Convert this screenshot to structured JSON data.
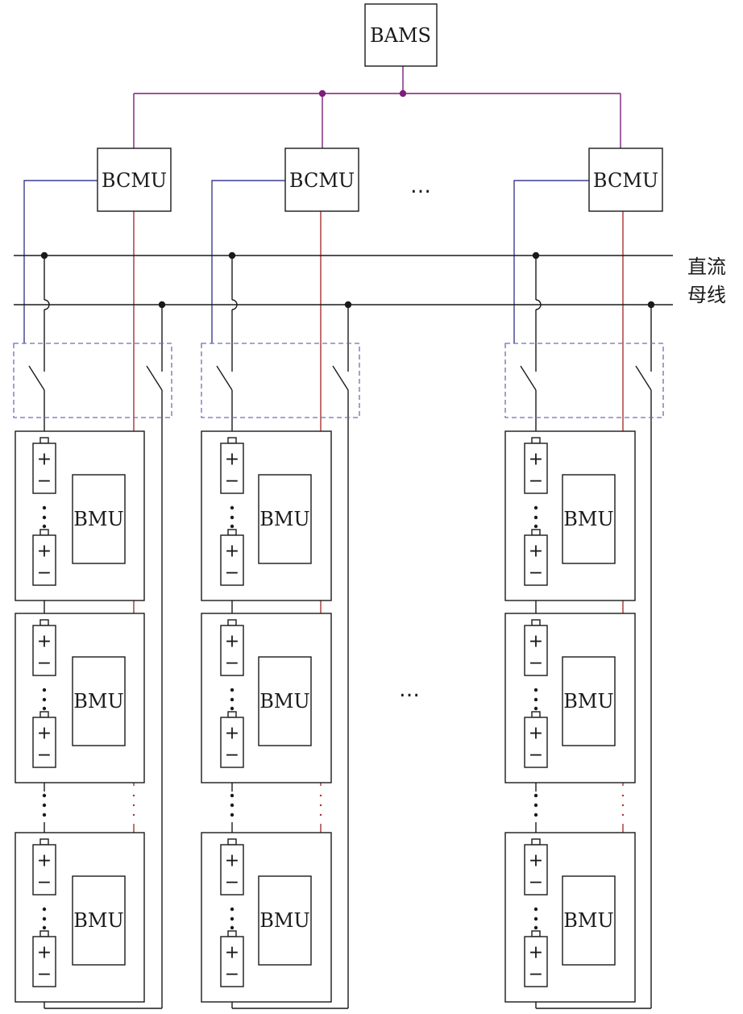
{
  "labels": {
    "bams": "BAMS",
    "bcmu": "BCMU",
    "bmu": "BMU",
    "plus": "+",
    "minus": "−",
    "ellipsis": "…",
    "dc_bus_line1": "直流",
    "dc_bus_line2": "母线"
  },
  "colors": {
    "line": "#1a1a1a",
    "purple": "#7b1e7a",
    "blue": "#3a3f8f",
    "red": "#a83232",
    "dashed": "#6a6fb5"
  },
  "structure": {
    "clusters": 3,
    "modules_per_cluster": 3,
    "cells_per_module": 2
  }
}
